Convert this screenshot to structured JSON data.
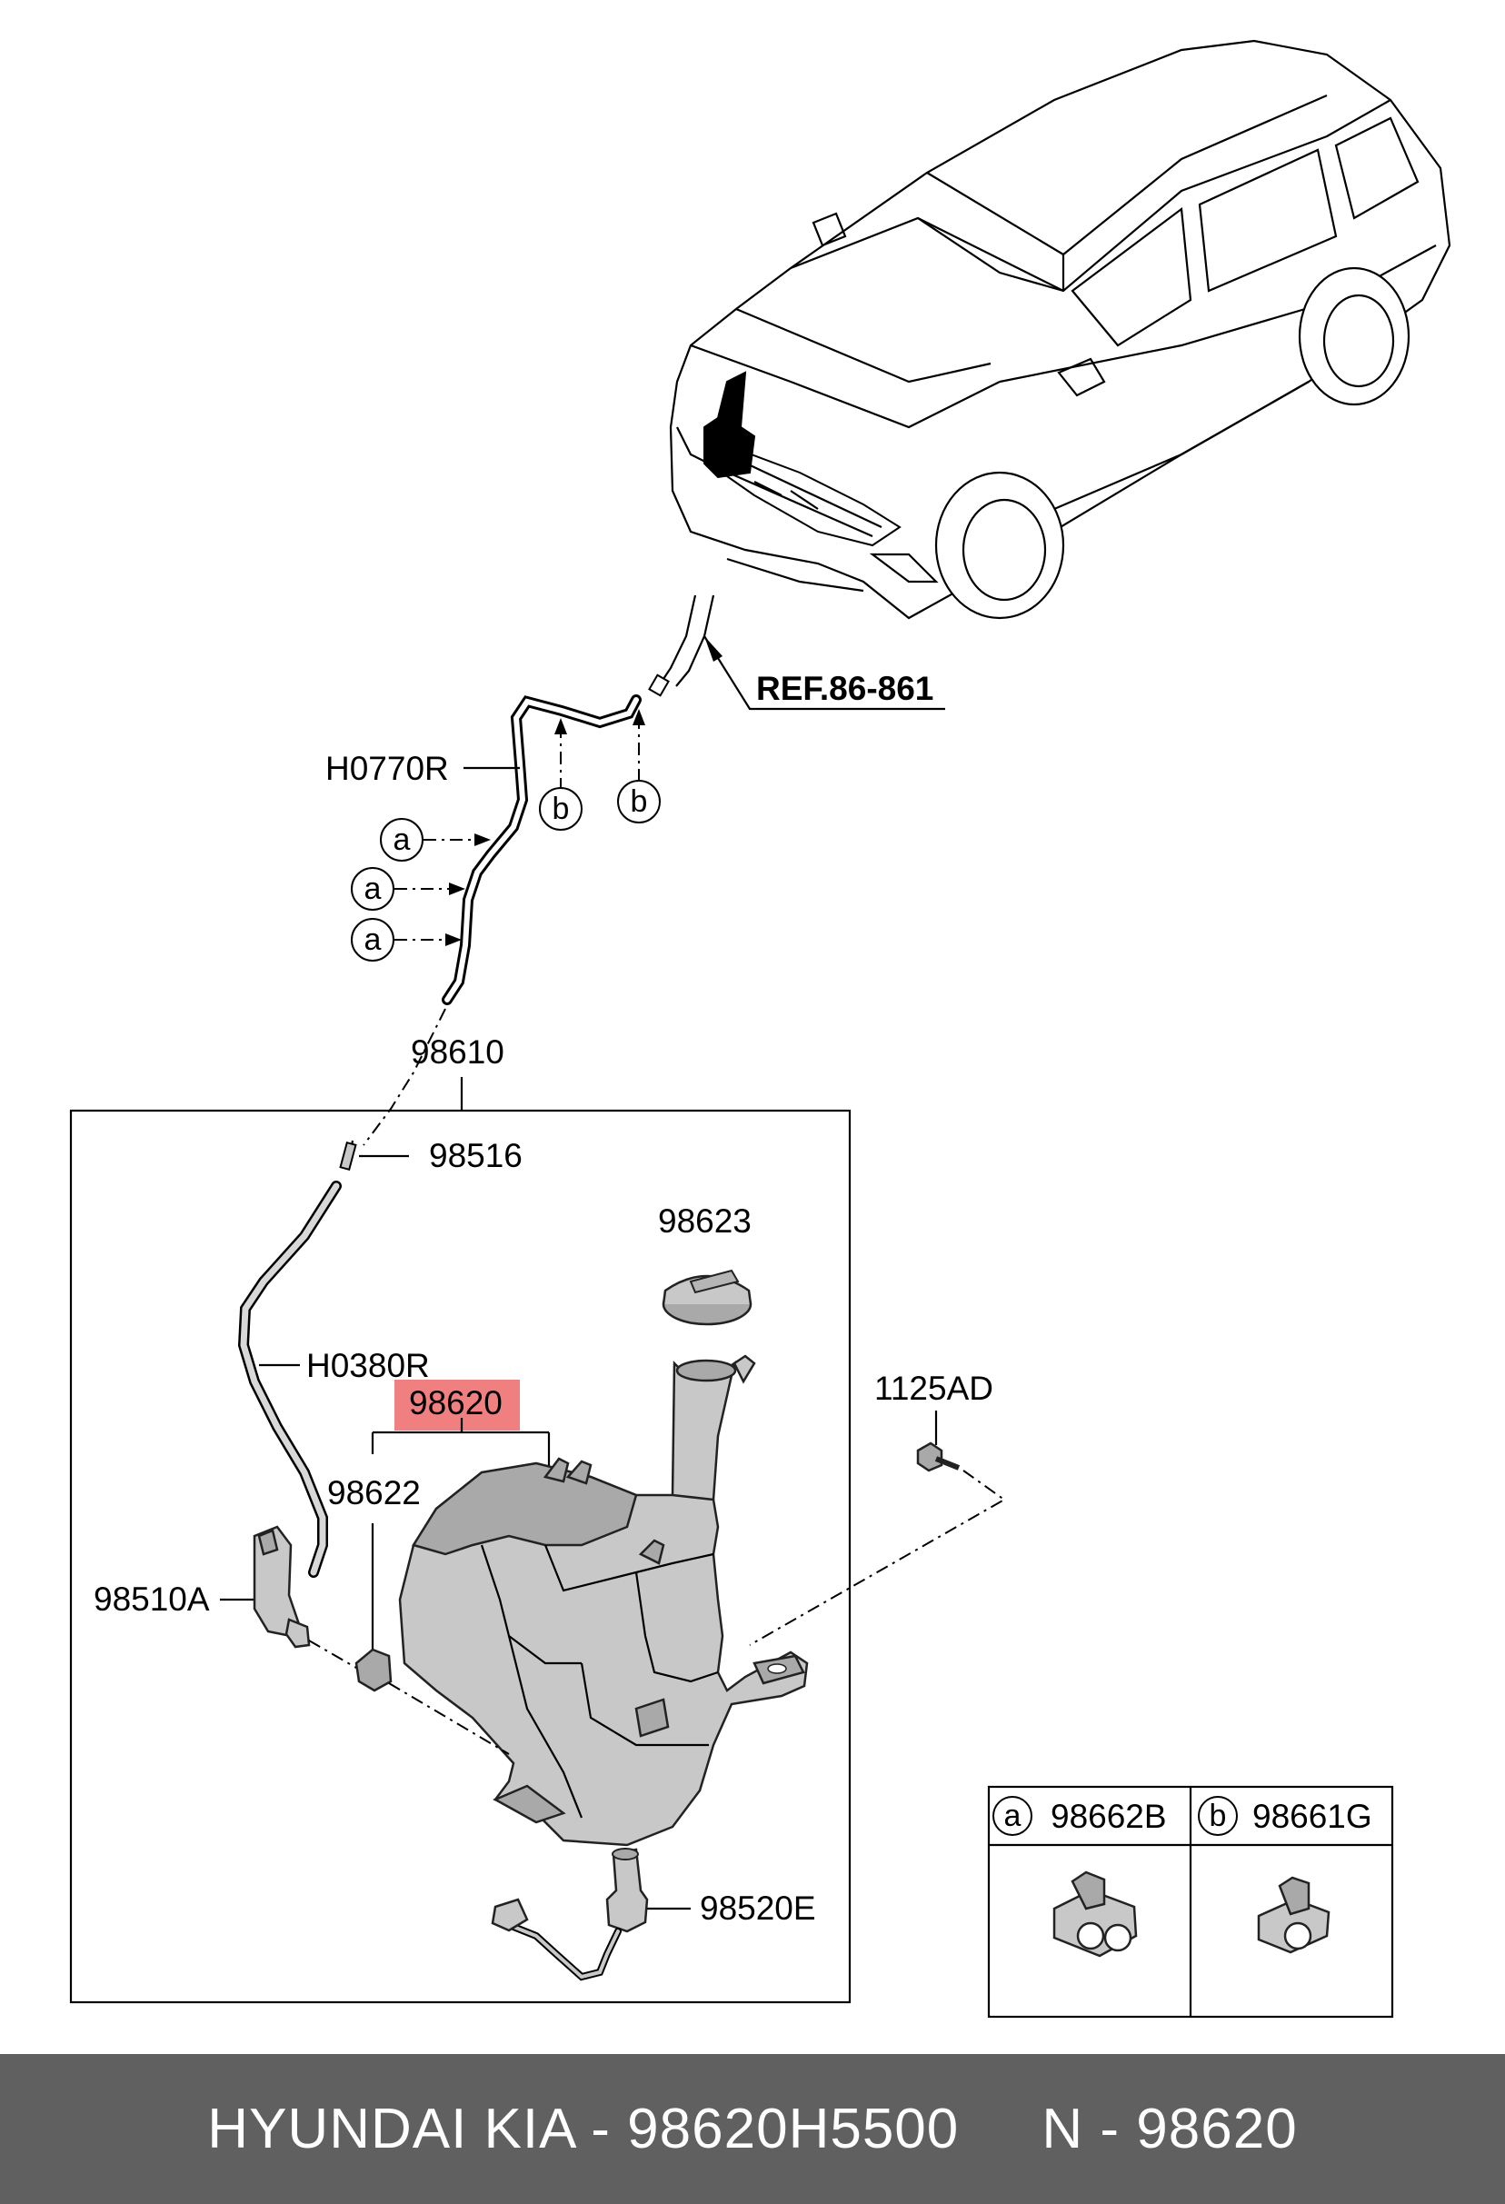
{
  "diagram": {
    "ref_label": "REF.86-861",
    "labels": {
      "hose_upper": "H0770R",
      "hose_assy": "98610",
      "connector": "98516",
      "cap": "98623",
      "hose_lower": "H0380R",
      "reservoir": "98620",
      "bolt": "1125AD",
      "grommet": "98622",
      "pump": "98510A",
      "level_sensor": "98520E"
    },
    "callout_a": "a",
    "callout_b": "b",
    "legend": [
      {
        "letter": "a",
        "part": "98662B"
      },
      {
        "letter": "b",
        "part": "98661G"
      }
    ],
    "highlight_color": "#f08080"
  },
  "footer": {
    "text": "HYUNDAI KIA - 98620H5500     N - 98620",
    "background": "#606060"
  }
}
